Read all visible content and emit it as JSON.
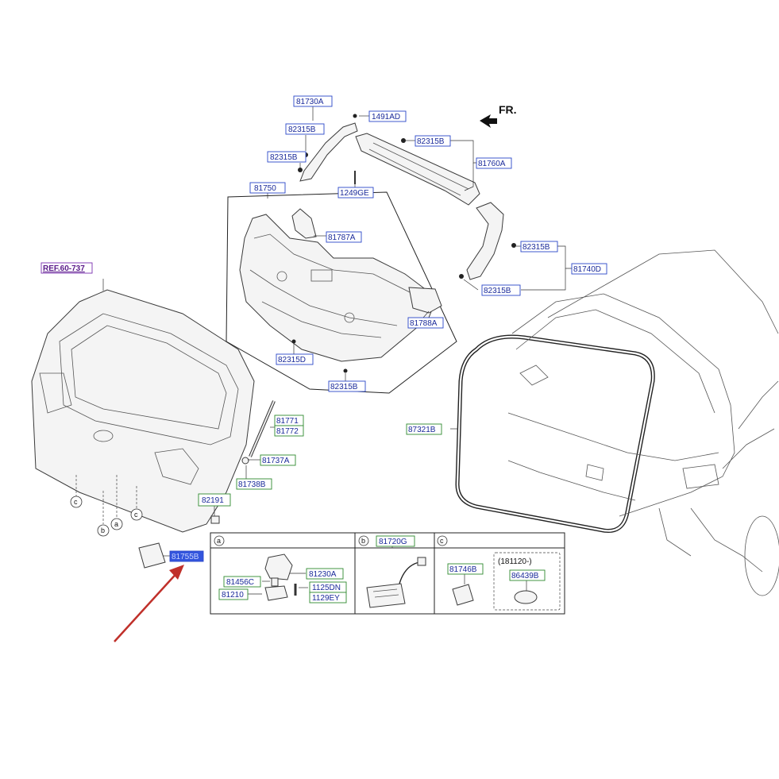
{
  "diagram": {
    "direction_label": "FR.",
    "reference_label": "REF.60-737",
    "parts": {
      "p81730A": "81730A",
      "p82315B_1": "82315B",
      "p82315B_2": "82315B",
      "p1491AD": "1491AD",
      "p82315B_3": "82315B",
      "p81760A": "81760A",
      "p1249GE": "1249GE",
      "p81750": "81750",
      "p81787A": "81787A",
      "p82315B_4": "82315B",
      "p81740D": "81740D",
      "p82315B_5": "82315B",
      "p81788A": "81788A",
      "p82315D": "82315D",
      "p82315B_6": "82315B",
      "p81771": "81771",
      "p81772": "81772",
      "p81737A": "81737A",
      "p81738B": "81738B",
      "p82191": "82191",
      "p87321B": "87321B",
      "p81755B": "81755B"
    },
    "callouts": {
      "c1": "c",
      "b1": "b",
      "a1": "a",
      "c2": "c"
    },
    "detail_panels": {
      "a": {
        "letter": "a",
        "parts": {
          "p81230A": "81230A",
          "p81456C": "81456C",
          "p1125DN": "1125DN",
          "p81210": "81210",
          "p1129EY": "1129EY"
        }
      },
      "b": {
        "letter": "b",
        "parts": {
          "p81720G": "81720G"
        }
      },
      "c": {
        "letter": "c",
        "parts": {
          "p81746B": "81746B",
          "date_note": "(181120-)",
          "p86439B": "86439B"
        }
      }
    },
    "colors": {
      "label_text": "#1a2a9a",
      "label_border_blue": "#2b46c8",
      "label_border_green": "#2f8a2f",
      "pointer_arrow": "#c0302a"
    }
  }
}
